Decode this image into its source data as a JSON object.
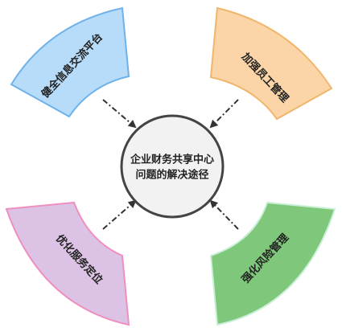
{
  "center": {
    "lines": [
      "企业财务共享中心",
      "问题的解决途径"
    ],
    "fill": "#f2f2f2",
    "stroke": "#444444"
  },
  "segments": [
    {
      "id": "top-left",
      "label": "健全信息交流平台",
      "fill": "#b7dcf9",
      "stroke": "#6fb2ea"
    },
    {
      "id": "top-right",
      "label": "加强员工管理",
      "fill": "#fbd5a7",
      "stroke": "#f1b56b"
    },
    {
      "id": "bottom-left",
      "label": "优化服务定位",
      "fill": "#dcc3e6",
      "stroke": "#ee8fc0"
    },
    {
      "id": "bottom-right",
      "label": "强化风险管理",
      "fill": "#7fc77a",
      "stroke": "#c9efd6"
    }
  ],
  "arrow_color": "#333333"
}
